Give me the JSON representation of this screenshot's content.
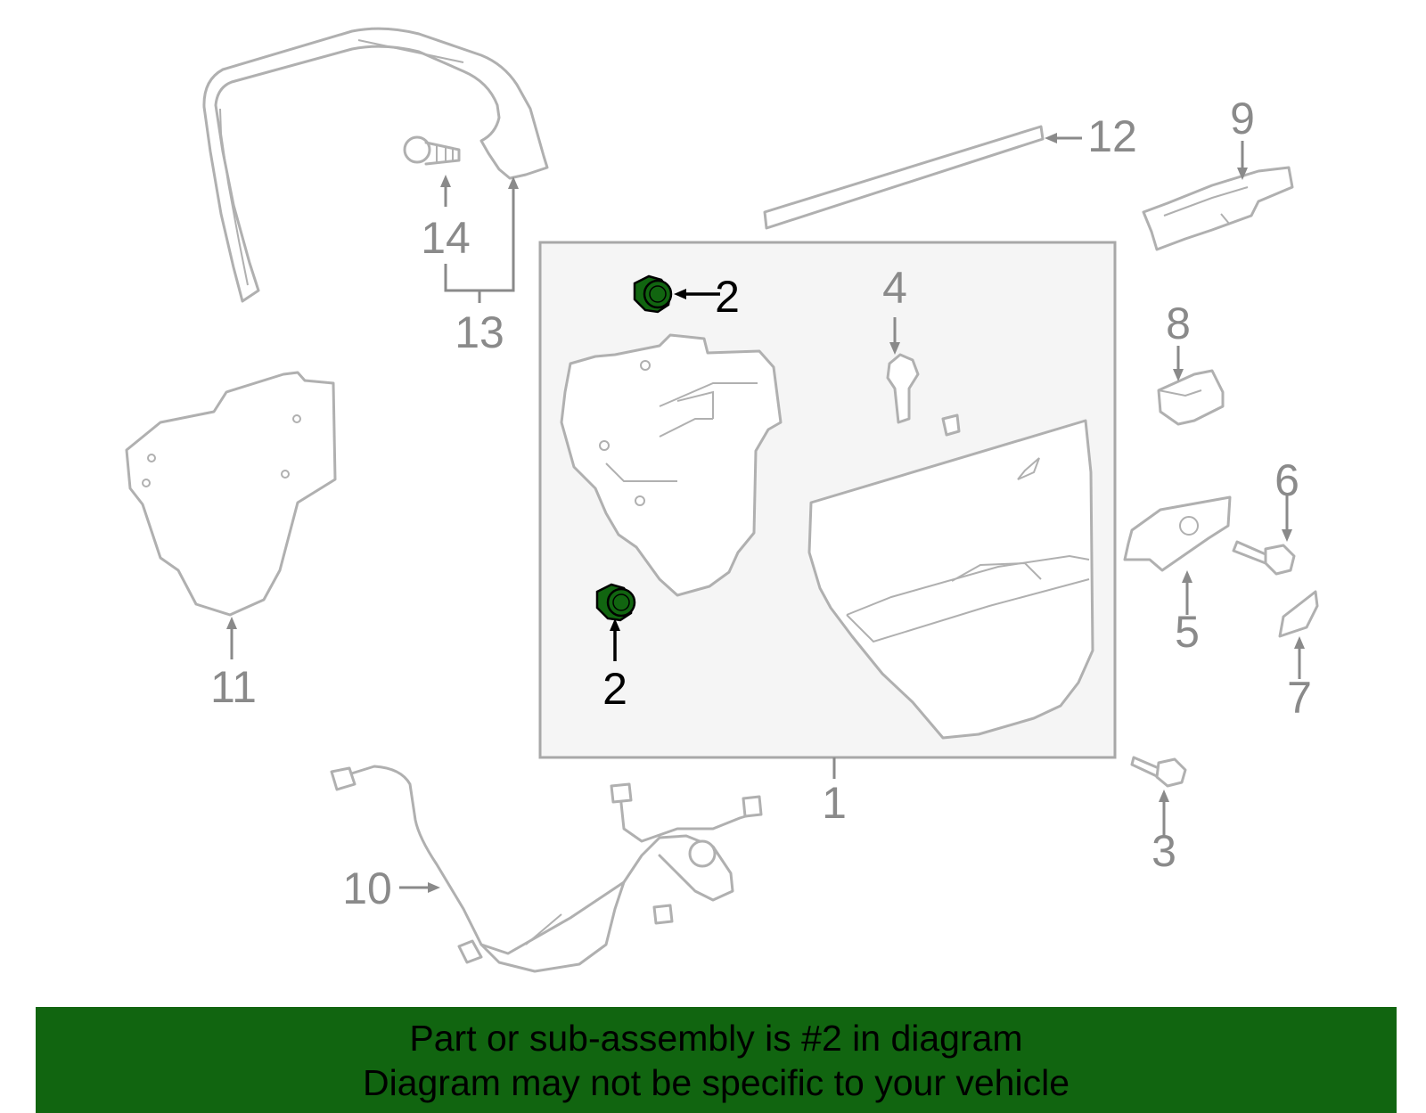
{
  "diagram": {
    "callouts": {
      "c1": "1",
      "c2a": "2",
      "c2b": "2",
      "c3": "3",
      "c4": "4",
      "c5": "5",
      "c6": "6",
      "c7": "7",
      "c8": "8",
      "c9": "9",
      "c10": "10",
      "c11": "11",
      "c12": "12",
      "c13": "13",
      "c14": "14"
    },
    "highlighted_part": "2",
    "colors": {
      "highlight": "#116510",
      "part_outline": "#b0b0b0",
      "callout": "#8a8a8a",
      "panel_bg": "#f5f5f5"
    }
  },
  "banner": {
    "line1": "Part or sub-assembly is #2 in diagram",
    "line2": "Diagram may not be specific to your vehicle"
  }
}
